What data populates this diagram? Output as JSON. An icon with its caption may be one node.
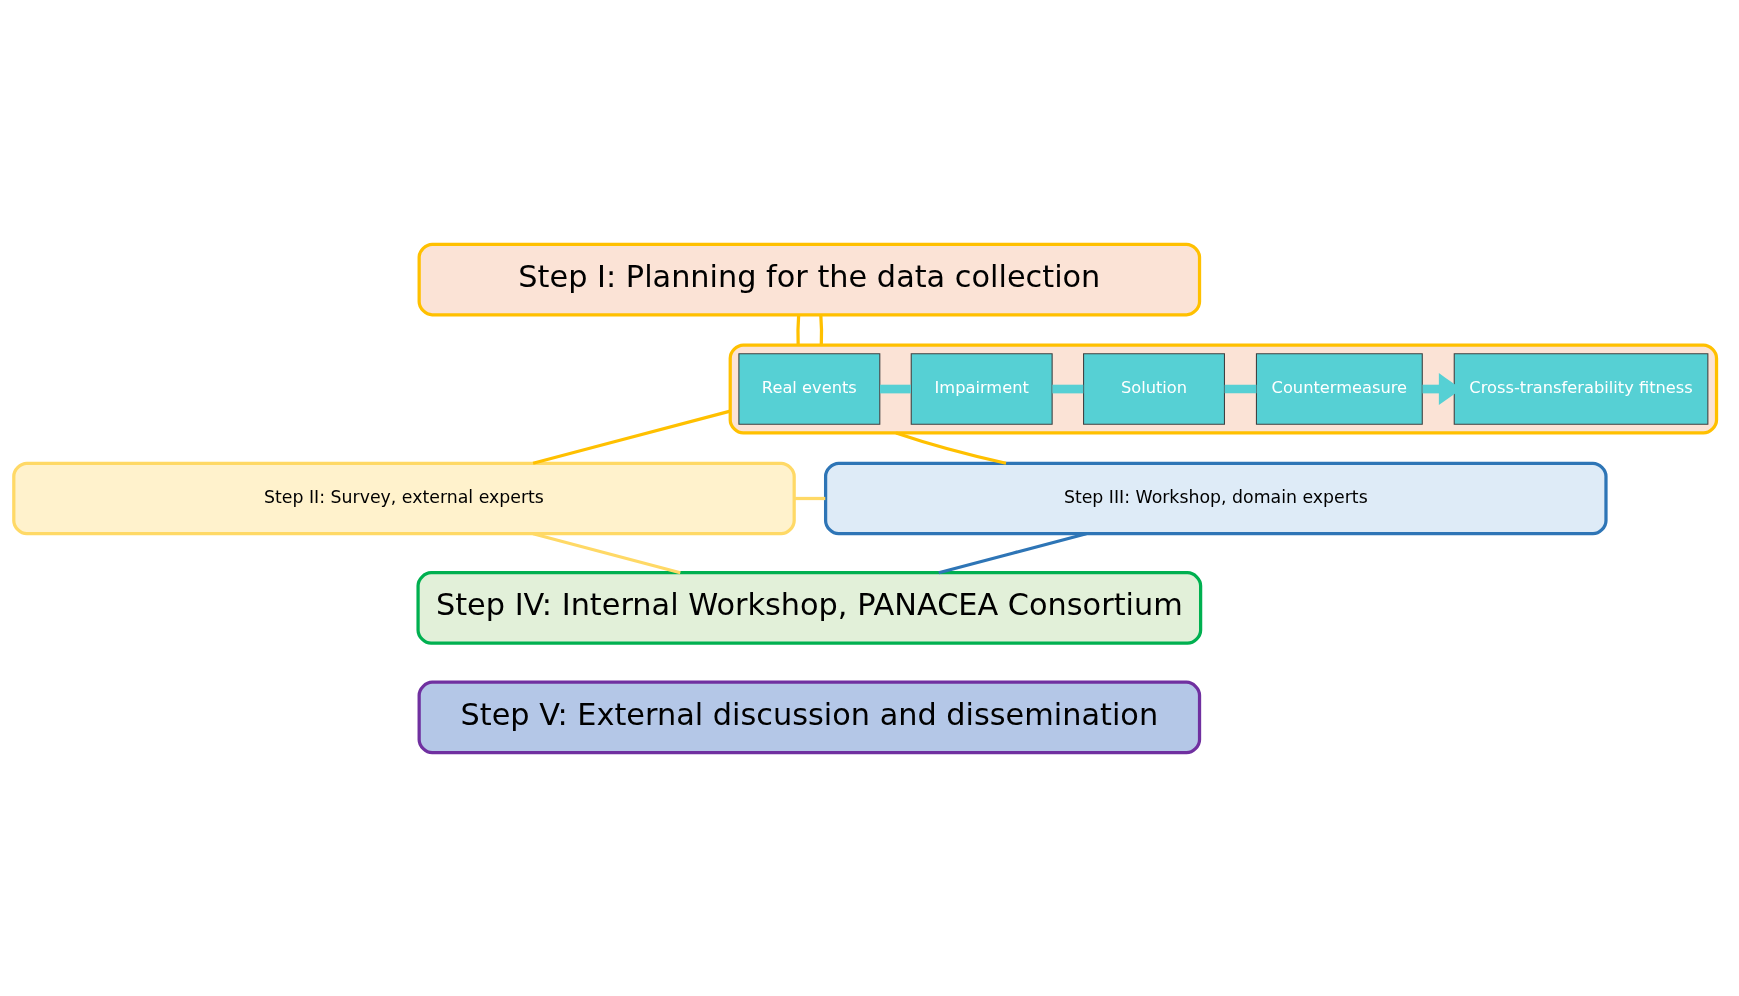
{
  "diagram": {
    "nodes": [
      {
        "text": [
          "Step I: Planning for the data collection"
        ]
      },
      {
        "text": [],
        "shape": "box"
      },
      {
        "text": [
          "Real events"
        ],
        "in": 1
      },
      {
        "text": [
          "Impairment"
        ],
        "in": 1
      },
      {
        "text": [
          "Solution"
        ],
        "in": 1
      },
      {
        "text": [
          "Countermeasure"
        ],
        "in": 1
      },
      {
        "text": [
          "Cross-transferability fitness"
        ],
        "in": 1
      },
      {
        "text": [
          "Step II: Survey, external experts"
        ]
      },
      {
        "text": [
          "Step III: Workshop, domain experts"
        ]
      },
      {
        "text": [
          "Step IV: Internal Workshop, PANACEA Consortium"
        ]
      },
      {
        "text": [
          "Step V: External discussion and dissemination"
        ]
      }
    ],
    "edges": [
      {
        "from": 0,
        "to": 1,
        "arrow": "none"
      },
      {
        "from": 0,
        "to": 1,
        "arrow": "none"
      },
      {
        "from": 2,
        "to": 3,
        "arrow": "none",
        "style": "thick",
        "color": "#56d0d4"
      },
      {
        "from": 3,
        "to": 4,
        "arrow": "none",
        "style": "thick",
        "color": "#56d0d4"
      },
      {
        "from": 4,
        "to": 5,
        "arrow": "none",
        "style": "thick",
        "color": "#56d0d4"
      },
      {
        "from": 5,
        "to": 6,
        "arrow": "to",
        "style": "thick",
        "color": "#56d0d4"
      },
      {
        "from": 1,
        "to": 7,
        "arrow": "none"
      },
      {
        "from": 1,
        "to": 8,
        "arrow": "none"
      },
      {
        "from": 7,
        "to": 8,
        "arrow": "none",
        "color": "#ffd966"
      },
      {
        "from": 7,
        "to": 9,
        "arrow": "none",
        "color": "#ffd966"
      },
      {
        "from": 8,
        "to": 9,
        "arrow": "none",
        "color": "#2e75b6"
      }
    ]
  }
}
